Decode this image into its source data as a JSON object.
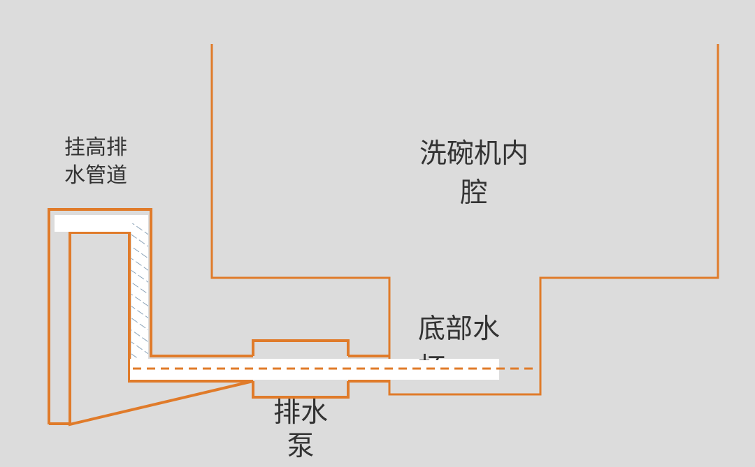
{
  "labels": {
    "hanging_drain_pipe": "挂高排\n水管道",
    "inner_chamber": "洗碗机内\n腔",
    "bottom_sump": "底部水\n杯",
    "drain_pump": "排水\n泵"
  },
  "colors": {
    "background": "#dcdcdc",
    "outline": "#e07b2a",
    "water_channel": "#ffffff",
    "hatch": "#8ba3b8",
    "text": "#333333"
  }
}
